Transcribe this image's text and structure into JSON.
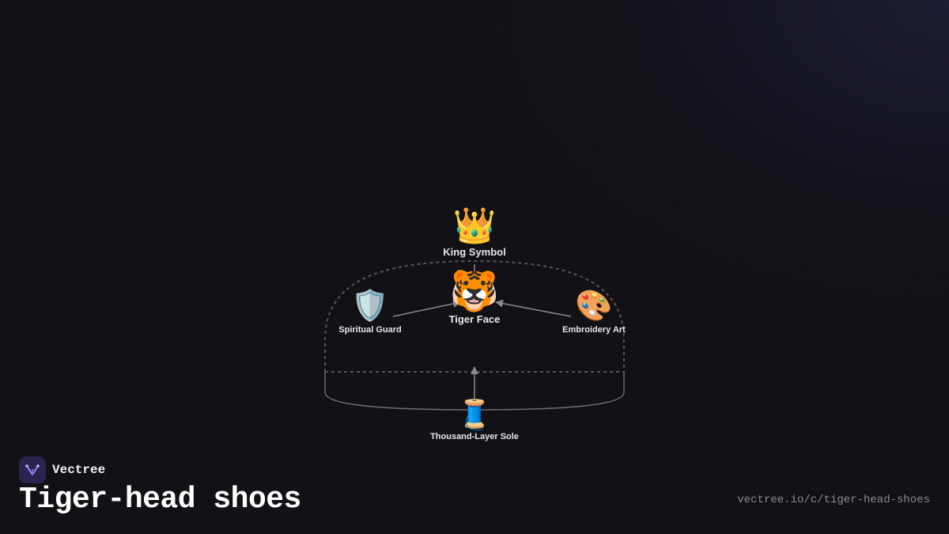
{
  "brand": {
    "name": "Vectree",
    "logo_icon": "vectree-logo-icon",
    "accent": "#8b5cf6"
  },
  "title": "Tiger-head shoes",
  "url": "vectree.io/c/tiger-head-shoes",
  "diagram": {
    "nodes": {
      "king": {
        "icon": "crown-icon",
        "glyph": "👑",
        "label": "King Symbol"
      },
      "tiger": {
        "icon": "tiger-face-icon",
        "glyph": "🐯",
        "label": "Tiger Face"
      },
      "guard": {
        "icon": "shield-icon",
        "glyph": "🛡️",
        "label": "Spiritual Guard"
      },
      "art": {
        "icon": "palette-icon",
        "glyph": "🎨",
        "label": "Embroidery Art"
      },
      "sole": {
        "icon": "thread-spool-icon",
        "glyph": "🧵",
        "label": "Thousand-Layer Sole"
      }
    },
    "edges": [
      {
        "from": "King Symbol",
        "to": "Tiger Face"
      },
      {
        "from": "Spiritual Guard",
        "to": "Tiger Face"
      },
      {
        "from": "Embroidery Art",
        "to": "Tiger Face"
      },
      {
        "from": "Thousand-Layer Sole",
        "to": "Tiger Face"
      }
    ],
    "colors": {
      "edge": "#8a8a8f",
      "outline_dashed": "#55555c",
      "outline_solid": "#6a6a70",
      "label": "#e8e8ec"
    }
  }
}
